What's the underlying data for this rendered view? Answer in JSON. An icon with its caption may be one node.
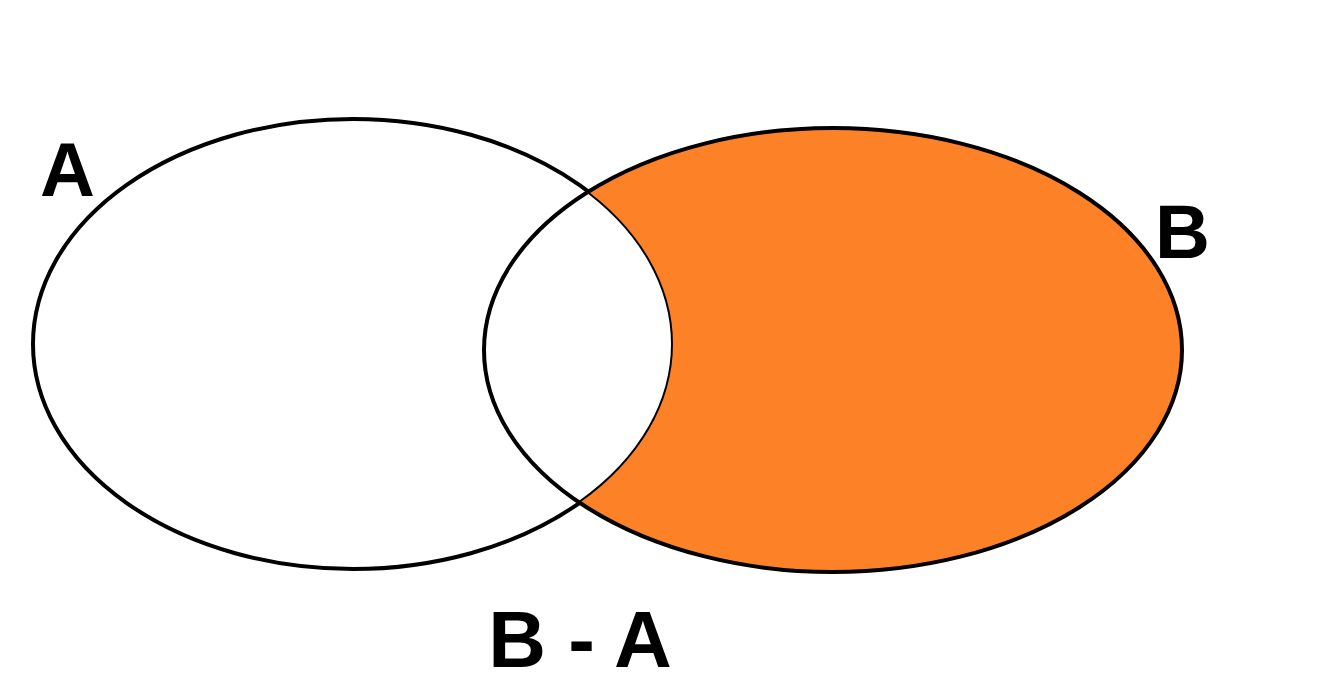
{
  "diagram": {
    "caption": "B - A",
    "nodes": [
      {
        "text": [
          "A"
        ]
      },
      {
        "text": [
          "B"
        ]
      }
    ],
    "edges": []
  }
}
